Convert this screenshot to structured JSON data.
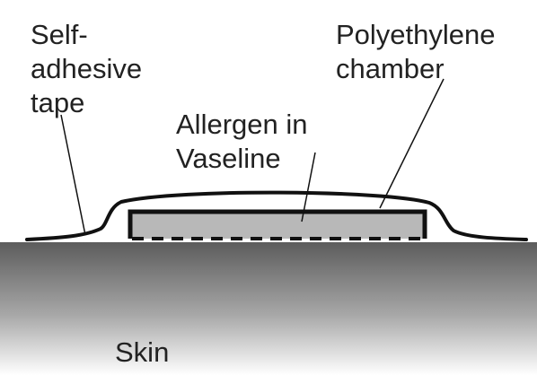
{
  "labels": {
    "tape": [
      "Self-",
      "adhesive",
      "tape"
    ],
    "chamber": [
      "Polyethylene",
      "chamber"
    ],
    "allergen": [
      "Allergen in",
      "Vaseline"
    ],
    "skin": "Skin"
  },
  "colors": {
    "ink": "#111111",
    "text": "#222222",
    "allergen_fill": "#b8b8b8",
    "skin_top": "#5c5c5c",
    "skin_bottom": "#ffffff"
  }
}
